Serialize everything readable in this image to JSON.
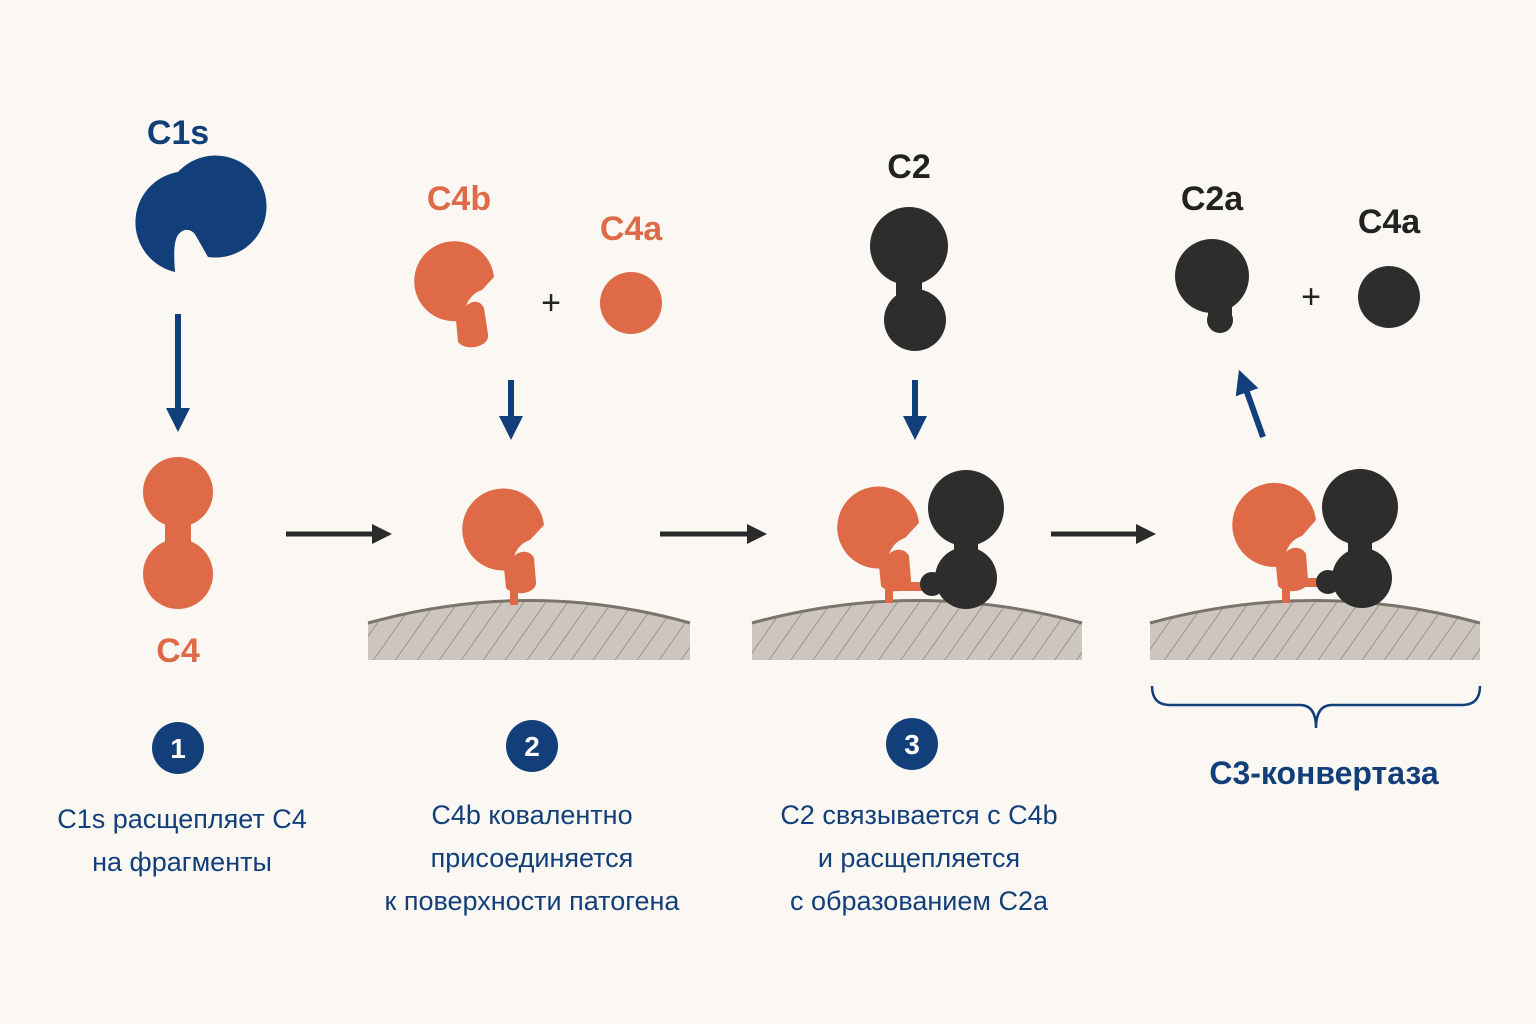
{
  "colors": {
    "background": "#fbf8f3",
    "navy": "#123f7a",
    "orange": "#de6a48",
    "dark": "#2d2d2d",
    "surface": "#cdc6be"
  },
  "molecules": {
    "c1s": "C1s",
    "c4": "C4",
    "c4b": "C4b",
    "c4a_orange": "C4a",
    "c2": "C2",
    "c2a": "C2a",
    "c4a_dark": "C4a",
    "plus": "+"
  },
  "steps": [
    {
      "number": "1",
      "lines": [
        "C1s расщепляет C4",
        "на фрагменты"
      ]
    },
    {
      "number": "2",
      "lines": [
        "C4b ковалентно",
        "присоединяется",
        "к поверхности патогена"
      ]
    },
    {
      "number": "3",
      "lines": [
        "C2 связывается с C4b",
        "и расщепляется",
        "с образованием C2a"
      ]
    }
  ],
  "convertase_label": "C3-конвертаза",
  "icons": [
    "c1s-pacman-icon",
    "c4-dumbbell-icon",
    "c4b-hook-icon",
    "c4a-ball-icon",
    "c2-dumbbell-icon",
    "c2a-icon",
    "pathogen-surface-icon",
    "arrow-icon"
  ]
}
